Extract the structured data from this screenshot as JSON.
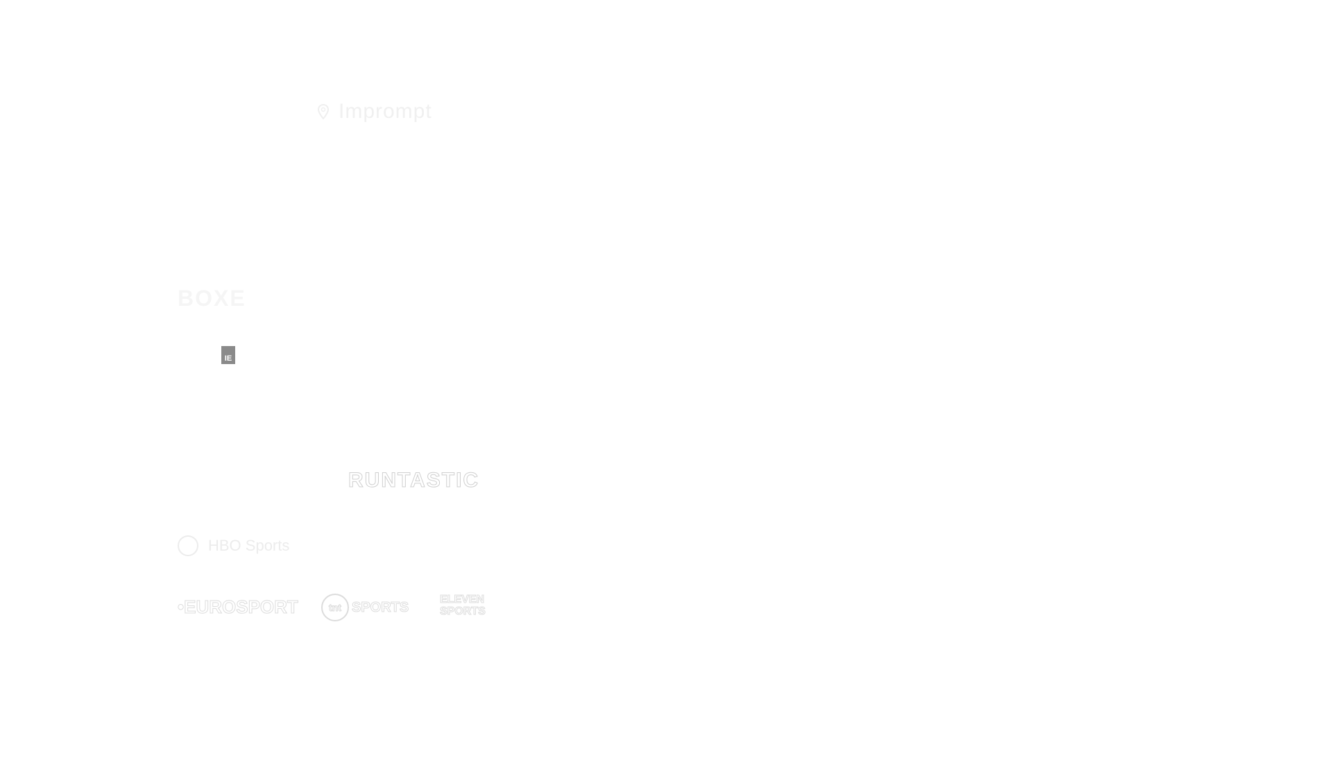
{
  "logos": {
    "top_brand": {
      "icon": "map-pin-icon",
      "text": "Imprompt"
    },
    "mid_brand": {
      "text": "BOXE"
    },
    "badge": {
      "text": "IE"
    },
    "runtastic": {
      "text": "RUNTASTIC"
    },
    "sports": {
      "icon": "circle-icon",
      "text": "HBO Sports"
    },
    "eurosport": {
      "text": "•EUROSPORT"
    },
    "tnt": {
      "badge_text": "tnt",
      "text": "SPORTS"
    },
    "box": {
      "line1": "ELEVEN",
      "line2": "SPORTS"
    }
  }
}
